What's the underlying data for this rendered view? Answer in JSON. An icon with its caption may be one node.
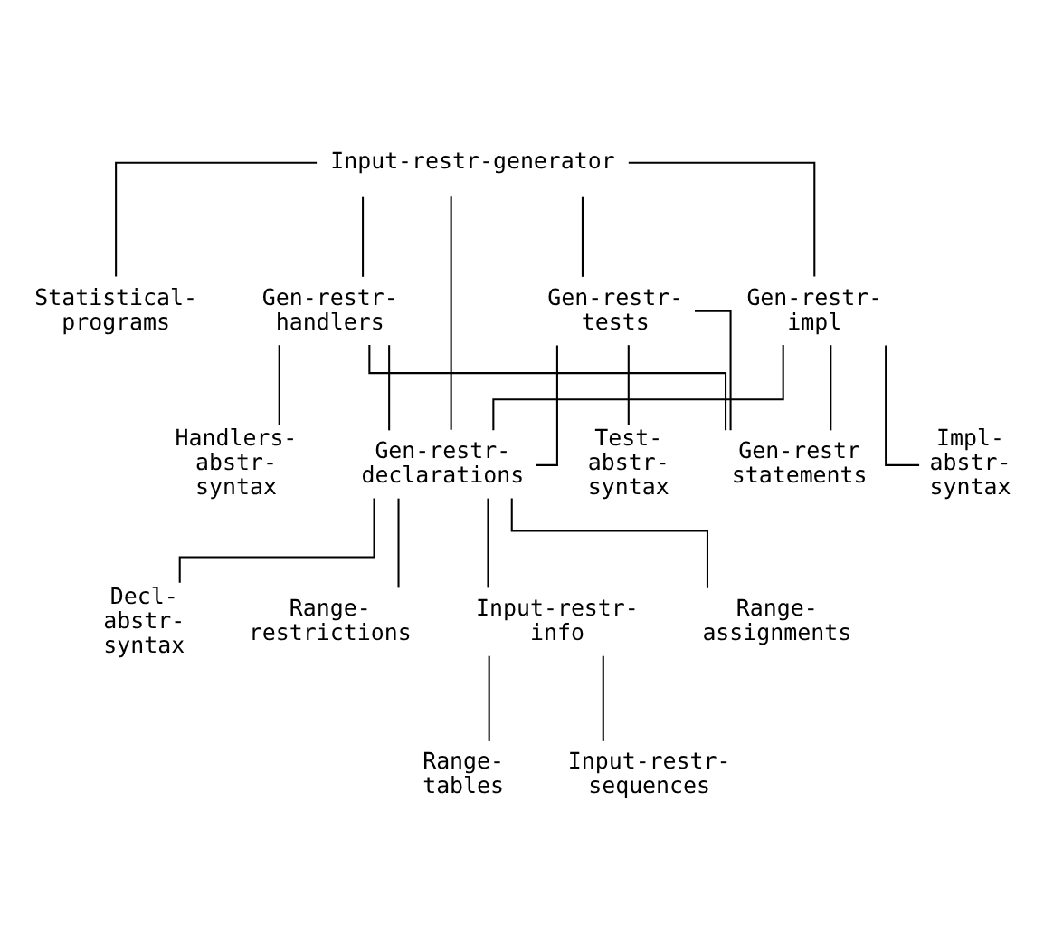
{
  "diagram": {
    "nodes": [
      {
        "text": [
          "Input-restr-generator"
        ]
      },
      {
        "text": [
          "Statistical- programs"
        ]
      },
      {
        "text": [
          "Gen-restr- impl"
        ]
      },
      {
        "text": [
          "Gen-restr- handlers"
        ]
      },
      {
        "text": [
          "Gen-restr- tests"
        ]
      },
      {
        "text": [
          "Gen-restr- declarations"
        ]
      },
      {
        "text": [
          "Impl- abstr- syntax"
        ]
      },
      {
        "text": [
          "Gen-restr statements"
        ]
      },
      {
        "text": [
          "Handlers- abstr- syntax"
        ]
      },
      {
        "text": [
          "Test- abstr- syntax"
        ]
      },
      {
        "text": [
          "Decl- abstr- syntax"
        ]
      },
      {
        "text": [
          "Range- restrictions"
        ]
      },
      {
        "text": [
          "Input-restr- info"
        ]
      },
      {
        "text": [
          "Range- assignments"
        ]
      },
      {
        "text": [
          "Range- tables"
        ]
      },
      {
        "text": [
          "Input-restr- sequences"
        ]
      }
    ],
    "edges": [
      {
        "from": 0,
        "to": 1,
        "arrow": "none"
      },
      {
        "from": 0,
        "to": 5,
        "arrow": "none"
      },
      {
        "from": 0,
        "to": 2,
        "arrow": "none"
      },
      {
        "from": 0,
        "to": 3,
        "arrow": "none"
      },
      {
        "from": 0,
        "to": 4,
        "arrow": "none"
      },
      {
        "from": 2,
        "to": 5,
        "arrow": "none"
      },
      {
        "from": 2,
        "to": 6,
        "arrow": "none"
      },
      {
        "from": 2,
        "to": 7,
        "arrow": "none"
      },
      {
        "from": 3,
        "to": 5,
        "arrow": "none"
      },
      {
        "from": 3,
        "to": 7,
        "arrow": "none"
      },
      {
        "from": 3,
        "to": 8,
        "arrow": "none"
      },
      {
        "from": 4,
        "to": 5,
        "arrow": "none"
      },
      {
        "from": 4,
        "to": 7,
        "arrow": "none"
      },
      {
        "from": 4,
        "to": 9,
        "arrow": "none"
      },
      {
        "from": 5,
        "to": 10,
        "arrow": "none"
      },
      {
        "from": 5,
        "to": 11,
        "arrow": "none"
      },
      {
        "from": 5,
        "to": 12,
        "arrow": "none"
      },
      {
        "from": 5,
        "to": 13,
        "arrow": "none"
      },
      {
        "from": 12,
        "to": 14,
        "arrow": "none"
      },
      {
        "from": 12,
        "to": 15,
        "arrow": "none"
      }
    ]
  }
}
